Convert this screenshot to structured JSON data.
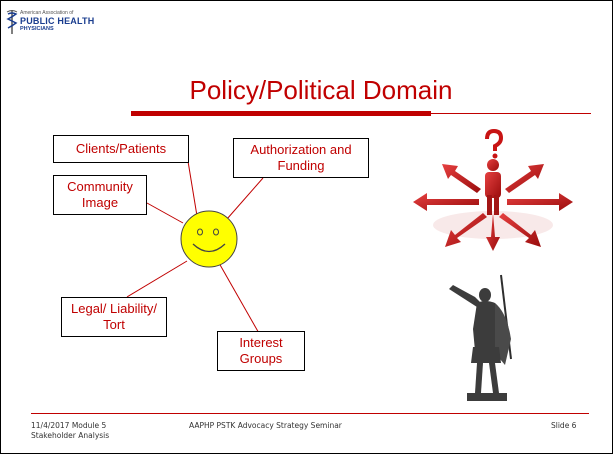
{
  "logo": {
    "line1": "American Association of",
    "line2": "PUBLIC HEALTH",
    "line3": "PHYSICIANS"
  },
  "title": "Policy/Political Domain",
  "boxes": {
    "clients": "Clients/Patients",
    "community": "Community Image",
    "authorization": "Authorization and Funding",
    "legal": "Legal/ Liability/ Tort",
    "interest": "Interest Groups"
  },
  "footer": {
    "date_module": "11/4/2017 Module 5",
    "subtitle": "Stakeholder Analysis",
    "seminar": "AAPHP PSTK Advocacy Strategy Seminar",
    "slide": "Slide 6"
  },
  "colors": {
    "accent": "#c00000",
    "smiley": "#ffff00"
  }
}
